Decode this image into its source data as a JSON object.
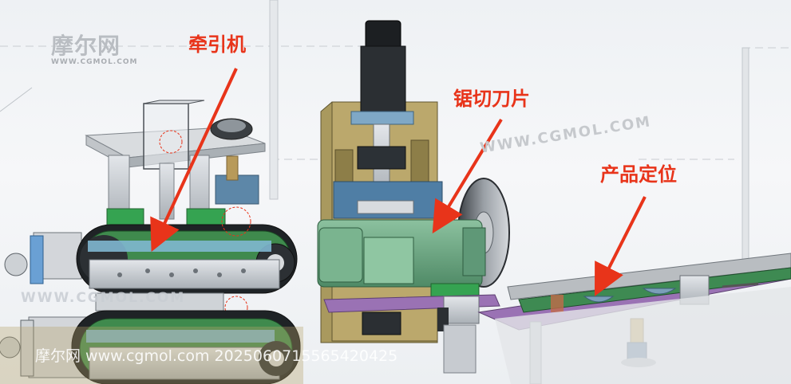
{
  "labels": {
    "traction_machine": "牵引机",
    "saw_blade": "锯切刀片",
    "product_positioning": "产品定位"
  },
  "watermarks": {
    "logo_cn": "摩尔网",
    "logo_en": "WWW.CGMOL.COM",
    "diagonal": "WWW.CGMOL.COM",
    "middle": "WWW.CGMOL.COM",
    "footer": "摩尔网 www.cgmol.com 2025060715565420425"
  },
  "colors": {
    "annotation": "#e8341a",
    "belt": "#1f2326",
    "motor": "#6fa784",
    "plate_gold": "#ad9a62",
    "base_purple": "#9a72b4",
    "base_green": "#3e8a52",
    "steel": "#c9cdd2"
  }
}
